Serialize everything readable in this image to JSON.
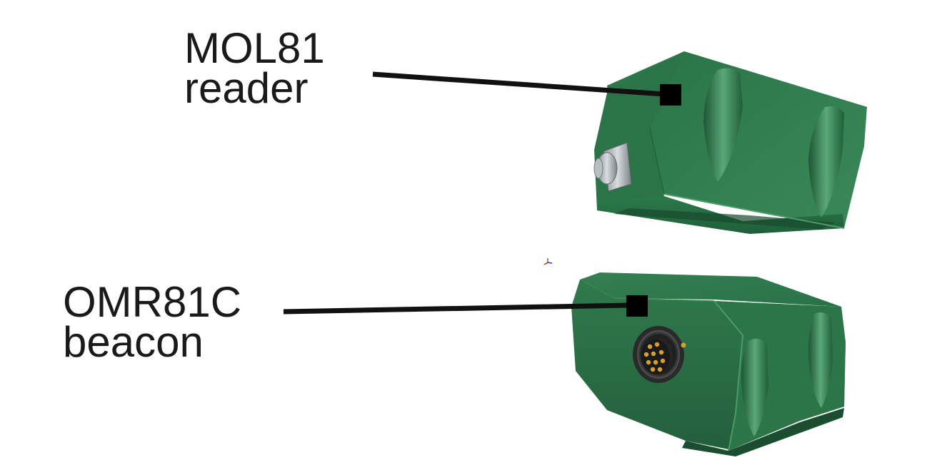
{
  "labels": {
    "reader": {
      "line1": "MOL81",
      "line2": "reader"
    },
    "beacon": {
      "line1": "OMR81C",
      "line2": "beacon"
    }
  },
  "colors": {
    "housing": "#2f7a4c",
    "housing_dark": "#1f5a36",
    "housing_light": "#4a9a68",
    "leader": "#111111",
    "marker": "#000000",
    "connector_gold": "#d8a02a"
  }
}
